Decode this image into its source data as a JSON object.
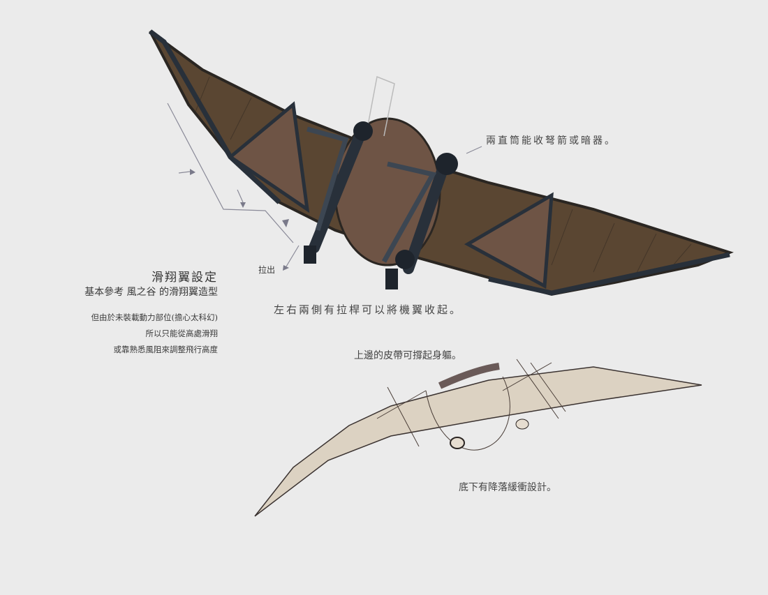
{
  "heading": {
    "title": "滑翔翼設定",
    "subtitle": "基本參考 風之谷 的滑翔翼造型",
    "notes": [
      "但由於未裝載動力部位(擔心太科幻)",
      "所以只能從高處滑翔",
      "或靠熟悉風阻來調整飛行高度"
    ]
  },
  "annotations": {
    "pull_out": "拉出",
    "tubes": "兩直筒能收弩箭或暗器。",
    "levers": "左右兩側有拉桿可以將機翼收起。",
    "strap": "上邊的皮帶可撐起身軀。",
    "landing": "底下有降落緩衝設計。"
  },
  "colors": {
    "background": "#ebebeb",
    "wing_fabric": "#5a4632",
    "body": "#6e5445",
    "frame": "#28303a",
    "sketch_fill": "#dcd2c2",
    "strap": "#6a5a58"
  }
}
